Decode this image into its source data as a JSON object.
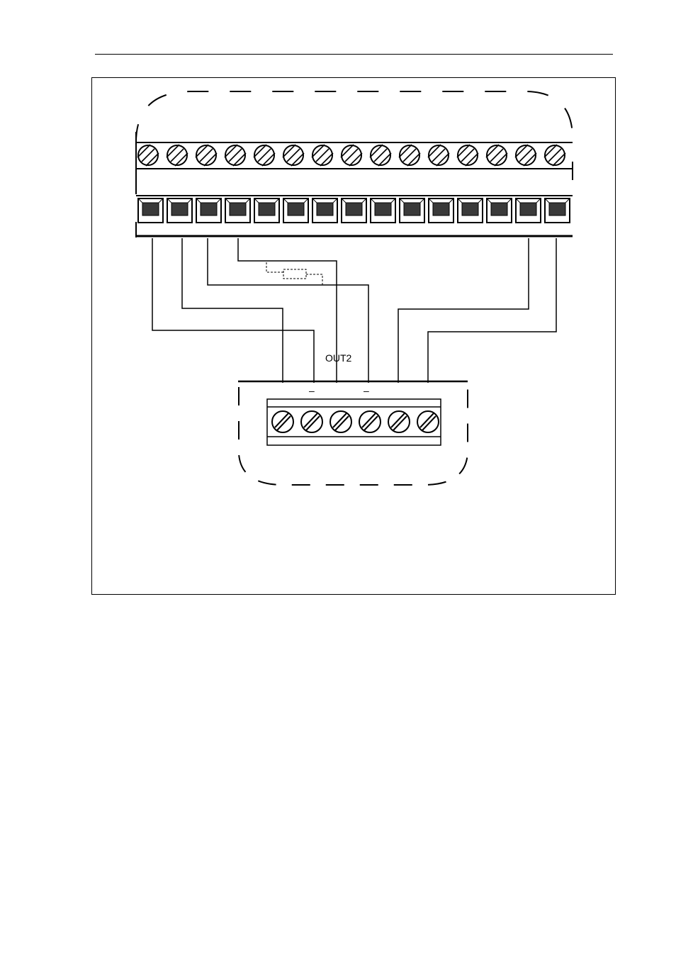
{
  "diagram": {
    "label_out2": "OUT2",
    "label_minus_left": "–",
    "label_minus_right": "–"
  },
  "top_terminal_block": {
    "screw_count": 15,
    "clamp_count": 15
  },
  "bottom_terminal_block": {
    "screw_count": 6
  }
}
